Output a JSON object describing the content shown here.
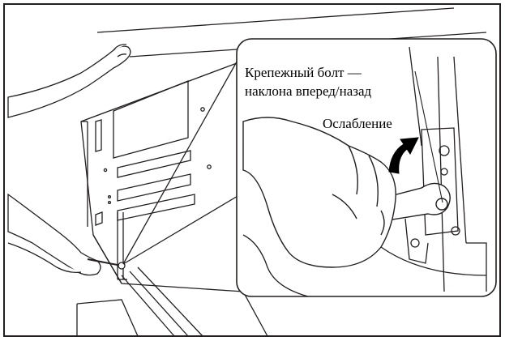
{
  "labels": {
    "bolt_line1": "Крепежный болт —",
    "bolt_line2": "наклона вперед/назад",
    "loosen": "Ослабление"
  },
  "colors": {
    "ink": "#231f20",
    "paper": "#ffffff",
    "arrow": "#000000"
  },
  "icons": {
    "rotation_arrow": "curved-arrow-icon",
    "tool": "wrench-icon"
  }
}
